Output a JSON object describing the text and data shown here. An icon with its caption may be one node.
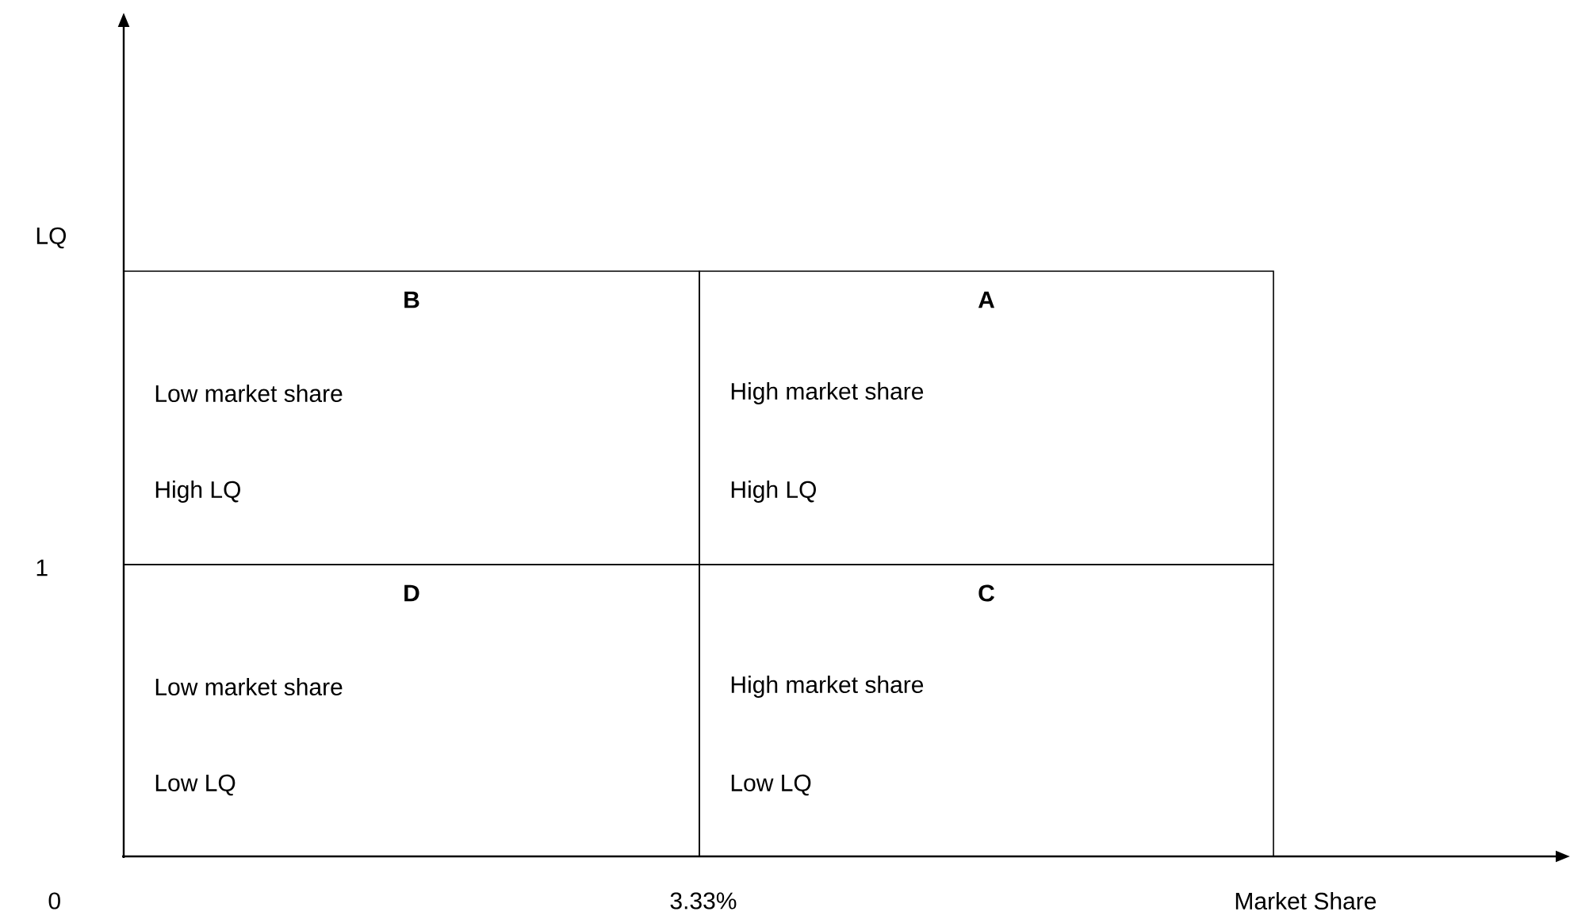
{
  "diagram": {
    "nodes": [
      {
        "text": [
          "B",
          "Low market share",
          "High LQ"
        ]
      },
      {
        "text": [
          "A",
          "High market share",
          "High LQ"
        ]
      },
      {
        "text": [
          "D",
          "Low market share",
          "Low LQ"
        ]
      },
      {
        "text": [
          "C",
          "High market share",
          "Low LQ"
        ]
      }
    ],
    "labels": [
      "LQ",
      "1",
      "0",
      "3.33%",
      "Market Share"
    ]
  }
}
